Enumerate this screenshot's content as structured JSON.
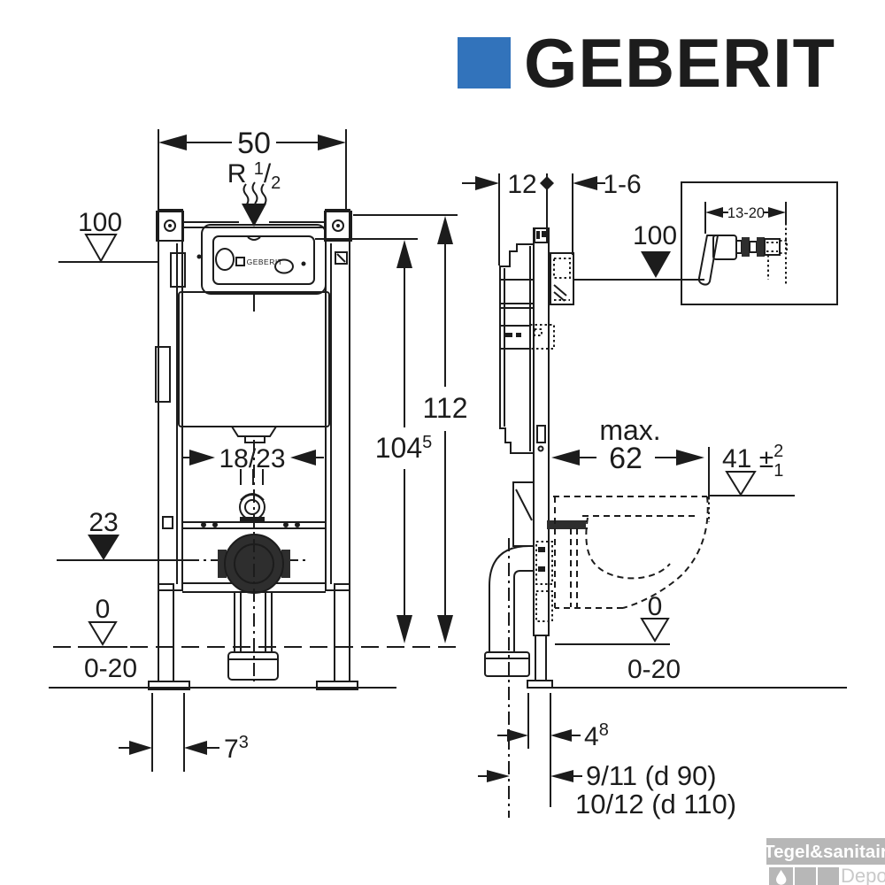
{
  "page": {
    "background": "#ffffff",
    "line_color": "#1c1c1c"
  },
  "brand": {
    "name": "GEBERIT",
    "square_color": "#3273bb"
  },
  "front_view": {
    "width_top": "50",
    "water_supply": {
      "base": "R",
      "sup": "1",
      "slash": "/",
      "sub": "2"
    },
    "level_100": "100",
    "height_112": "112",
    "height_104": {
      "base": "104",
      "sup": "5"
    },
    "span_18_23": "18/23",
    "level_23": "23",
    "level_0": "0",
    "floor_range": "0-20",
    "offset_7": {
      "base": "7",
      "sup": "3"
    },
    "plate_label": "GEBERIT"
  },
  "side_view": {
    "depth_12": "12",
    "wall_gap_1_6": "1-6",
    "level_100": "100",
    "max_label": "max.",
    "depth_62": "62",
    "seat_height": {
      "base": "41 ±",
      "sup": "2",
      "sub": "1"
    },
    "level_0": "0",
    "floor_range": "0-20",
    "offset_4": {
      "base": "4",
      "sup": "8"
    },
    "outlet_line1": "9/11  (d 90)",
    "outlet_line2": "10/12  (d 110)"
  },
  "inset": {
    "span_13_20": "13-20"
  },
  "watermark": {
    "line1": "Tegel&sanitair",
    "line2": "Depot"
  }
}
